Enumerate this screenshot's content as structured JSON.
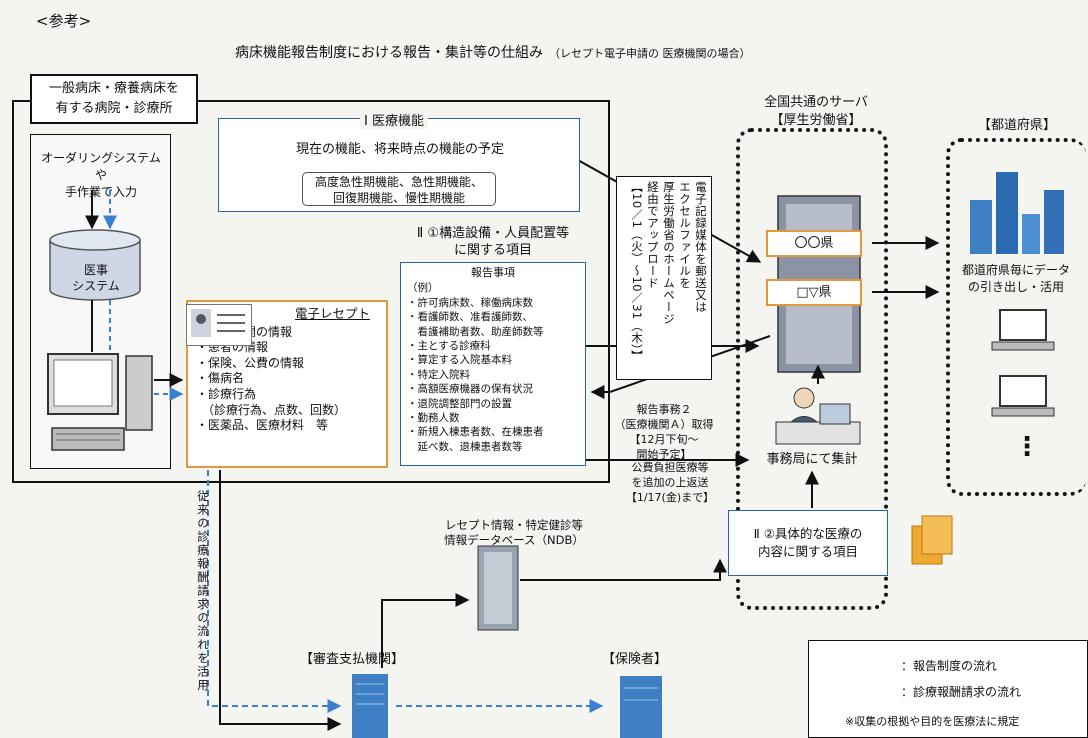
{
  "reference_label": "<参考>",
  "title": {
    "main": "病床機能報告制度における報告・集計等の仕組み",
    "sub": "（レセプト電子申請の 医療機関の場合）"
  },
  "hospital": {
    "label_line1": "一般病床・療養病床を",
    "label_line2": "有する病院・診療所",
    "ordering_line1": "オーダリングシステムや",
    "ordering_line2": "手作業で入力",
    "db_line1": "医事",
    "db_line2": "システム"
  },
  "medical_function": {
    "title": "Ⅰ 医療機能",
    "main": "現在の機能、将来時点の機能の予定",
    "chip_line1": "高度急性期機能、急性期機能、",
    "chip_line2": "回復期機能、慢性期機能"
  },
  "structure_items": {
    "heading_line1": "Ⅱ ①構造設備・人員配置等",
    "heading_line2": "に関する項目",
    "box_title": "報告事項",
    "items": [
      "（例）",
      "・許可病床数、稼働病床数",
      "・看護師数、准看護師数、",
      "　看護補助者数、助産師数等",
      "・主とする診療科",
      "・算定する入院基本料",
      "・特定入院料",
      "・高額医療機器の保有状況",
      "・退院調整部門の設置",
      "・勤務人数",
      "・新規入棟患者数、在棟患者",
      "　延べ数、退棟患者数等"
    ]
  },
  "receipt": {
    "title": "電子レセプト",
    "items": [
      "・医療機関の情報",
      "・患者の情報",
      "・保険、公費の情報",
      "・傷病名",
      "・診療行為",
      "　（診療行為、点数、回数）",
      "・医薬品、医療材料　等"
    ]
  },
  "submission": {
    "columns": [
      "電子記録媒体を郵送又は",
      "エクセルファイルを",
      "厚生労働省のホームページ",
      "経由でアップロード",
      "【10／1（火）～10／31（木）】"
    ]
  },
  "server": {
    "label_line1": "全国共通のサーバ",
    "label_line2": "【厚生労働省】",
    "pref_tag_1": "〇〇県",
    "pref_tag_2": "□▽県",
    "aggregate": "事務局にて集計"
  },
  "prefecture": {
    "label": "【都道府県】",
    "caption_line1": "都道府県毎にデータ",
    "caption_line2": "の引き出し・活用",
    "ellipsis": "⋮"
  },
  "report2": {
    "line1": "報告事務２",
    "line2": "（医療機関Ａ）取得",
    "line3": "【12月下旬～",
    "line4": "開始予定】"
  },
  "public_expense": {
    "line1": "公費負担医療等",
    "line2": "を追加の上返送",
    "line3": "【1/17(金)まで】"
  },
  "item2": {
    "line1": "Ⅱ ②具体的な医療の",
    "line2": "内容に関する項目"
  },
  "ndb": {
    "line1": "レセプト情報・特定健診等",
    "line2": "情報データベース（NDB）"
  },
  "review_org": "【審査支払機関】",
  "insurer": "【保険者】",
  "conventional_flow": "従来の診療報酬請求の流れを活用",
  "legend": {
    "report_flow": "：報告制度の流れ",
    "claim_flow": "：診療報酬請求の流れ",
    "note": "※収集の根拠や目的を医療法に規定"
  },
  "colors": {
    "blue_frame": "#2b5fa8",
    "orange": "#e3983e",
    "dashed_blue": "#3b7fd0",
    "building_blue": "#3e7fc4"
  }
}
